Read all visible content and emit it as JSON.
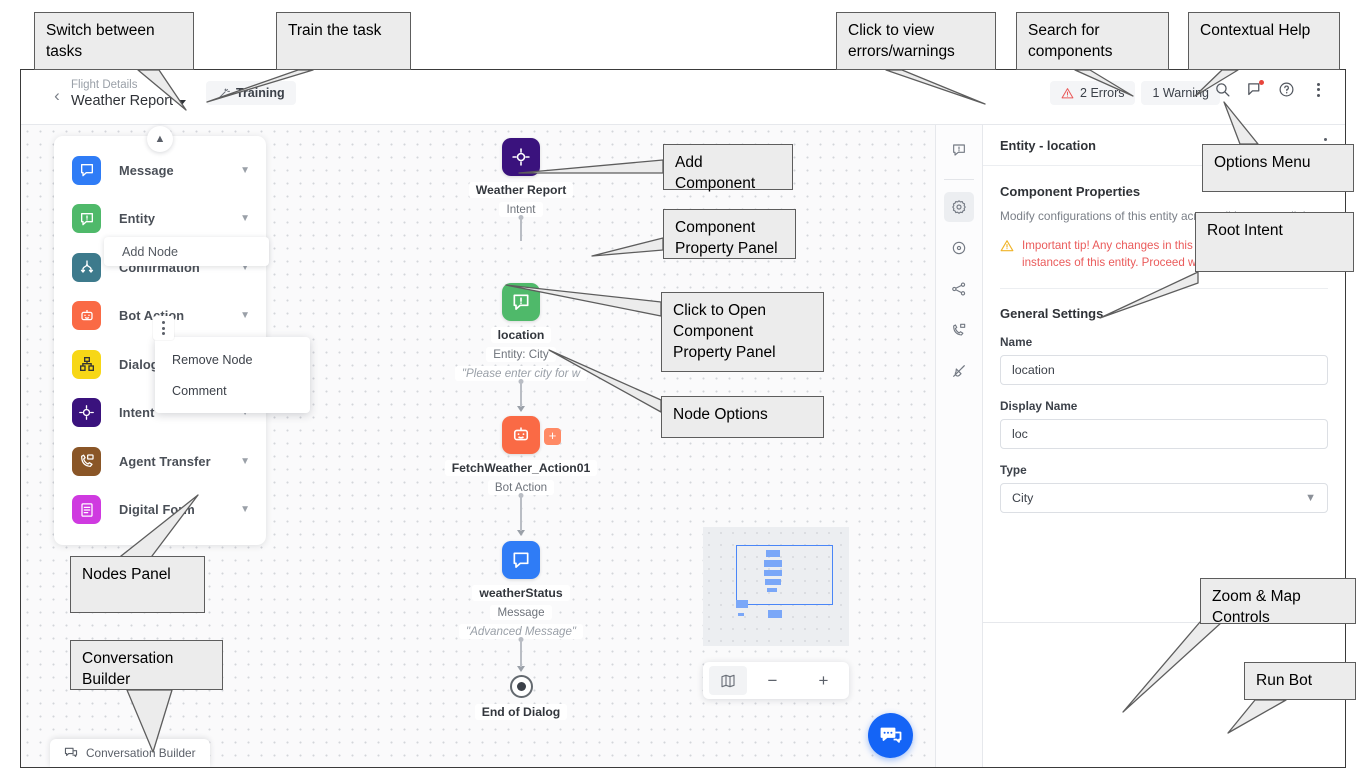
{
  "topbar": {
    "back_icon": "chevron-left-icon",
    "task_parent": "Flight Details",
    "task_name": "Weather Report",
    "train_label": "Training",
    "train_icon": "magic-wand-icon",
    "errors_label": "2 Errors",
    "errors_icon": "warning-triangle-icon",
    "warnings_label": "1 Warning",
    "search_icon": "search-icon",
    "flag_icon": "flag-icon",
    "help_icon": "help-circle-icon",
    "options_icon": "kebab-menu-icon"
  },
  "nodes_panel": {
    "collapse_icon": "chevron-up-icon",
    "items": [
      {
        "label": "Message",
        "icon": "message-icon",
        "color": "#2f7cf6"
      },
      {
        "label": "Entity",
        "icon": "entity-icon",
        "color": "#4fb96a"
      },
      {
        "label": "Confirmation",
        "icon": "confirmation-icon",
        "color": "#3d7a8c"
      },
      {
        "label": "Bot Action",
        "icon": "bot-action-icon",
        "color": "#fa6a45"
      },
      {
        "label": "Dialog Task",
        "icon": "dialog-task-icon",
        "color": "#f7d716"
      },
      {
        "label": "Intent",
        "icon": "intent-icon",
        "color": "#3a127d"
      },
      {
        "label": "Agent Transfer",
        "icon": "agent-transfer-icon",
        "color": "#8a5627"
      },
      {
        "label": "Digital Form",
        "icon": "digital-form-icon",
        "color": "#cf3ae0"
      }
    ],
    "chevron_icon": "chevron-down-icon"
  },
  "flow": {
    "add_node_label": "Add Node",
    "node_menu": [
      "Remove Node",
      "Comment"
    ],
    "kebab_icon": "kebab-menu-icon",
    "nodes": [
      {
        "title": "Weather Report",
        "sub": "Intent",
        "quote": "",
        "icon": "intent-icon",
        "color": "#3a127d"
      },
      {
        "title": "location",
        "sub": "Entity: City",
        "quote": "\"Please enter city for w",
        "icon": "entity-icon",
        "color": "#4fb96a"
      },
      {
        "title": "FetchWeather_Action01",
        "sub": "Bot Action",
        "quote": "",
        "icon": "bot-action-icon",
        "color": "#fa6a45"
      },
      {
        "title": "weatherStatus",
        "sub": "Message",
        "quote": "\"Advanced Message\"",
        "icon": "message-icon",
        "color": "#2f7cf6"
      }
    ],
    "end_label": "End of Dialog",
    "end_icon": "end-of-dialog-icon"
  },
  "canvas_controls": {
    "conversation_builder_label": "Conversation Builder",
    "conversation_builder_icon": "chat-bubble-icon",
    "map_icon": "map-icon",
    "zoom_out_label": "−",
    "zoom_in_label": "+",
    "run_bot_icon": "run-bot-chat-icon"
  },
  "rail": {
    "items": [
      {
        "icon": "entity-panel-icon",
        "active": false
      },
      {
        "icon": "settings-gear-icon",
        "active": true
      },
      {
        "icon": "target-circle-icon",
        "active": false
      },
      {
        "icon": "connections-icon",
        "active": false
      },
      {
        "icon": "voice-call-icon",
        "active": false
      },
      {
        "icon": "plug-off-icon",
        "active": false
      }
    ]
  },
  "properties_panel": {
    "title": "Entity - location",
    "options_icon": "kebab-menu-icon",
    "section_title": "Component Properties",
    "section_desc": "Modify configurations of this entity across all instances dialogs.",
    "tip_icon": "warning-triangle-icon",
    "tip_text": "Important tip! Any changes in this tab will affect all instances of this entity. Proceed with caution.",
    "tip_color": "#ea5b5b",
    "general_title": "General Settings",
    "fields": [
      {
        "label": "Name",
        "value": "location",
        "type": "text"
      },
      {
        "label": "Display Name",
        "value": "loc",
        "type": "text"
      },
      {
        "label": "Type",
        "value": "City",
        "type": "select",
        "chevron": "chevron-down-icon"
      }
    ]
  },
  "annotations": [
    {
      "id": "switch-tasks",
      "text": "Switch between tasks"
    },
    {
      "id": "train-task",
      "text": "Train the task"
    },
    {
      "id": "view-errors",
      "text": "Click to view errors/warnings"
    },
    {
      "id": "search-comps",
      "text": "Search for components"
    },
    {
      "id": "contextual-help",
      "text": "Contextual Help"
    },
    {
      "id": "options-menu",
      "text": "Options Menu"
    },
    {
      "id": "root-intent",
      "text": "Root Intent"
    },
    {
      "id": "add-component",
      "text": "Add Component"
    },
    {
      "id": "comp-prop-panel",
      "text": "Component Property Panel"
    },
    {
      "id": "click-open-cpp",
      "text": "Click to Open Component Property Panel"
    },
    {
      "id": "node-options",
      "text": "Node Options"
    },
    {
      "id": "nodes-panel",
      "text": "Nodes Panel"
    },
    {
      "id": "conv-builder",
      "text": "Conversation Builder"
    },
    {
      "id": "zoom-map",
      "text": "Zoom & Map Controls"
    },
    {
      "id": "run-bot",
      "text": "Run Bot"
    }
  ]
}
